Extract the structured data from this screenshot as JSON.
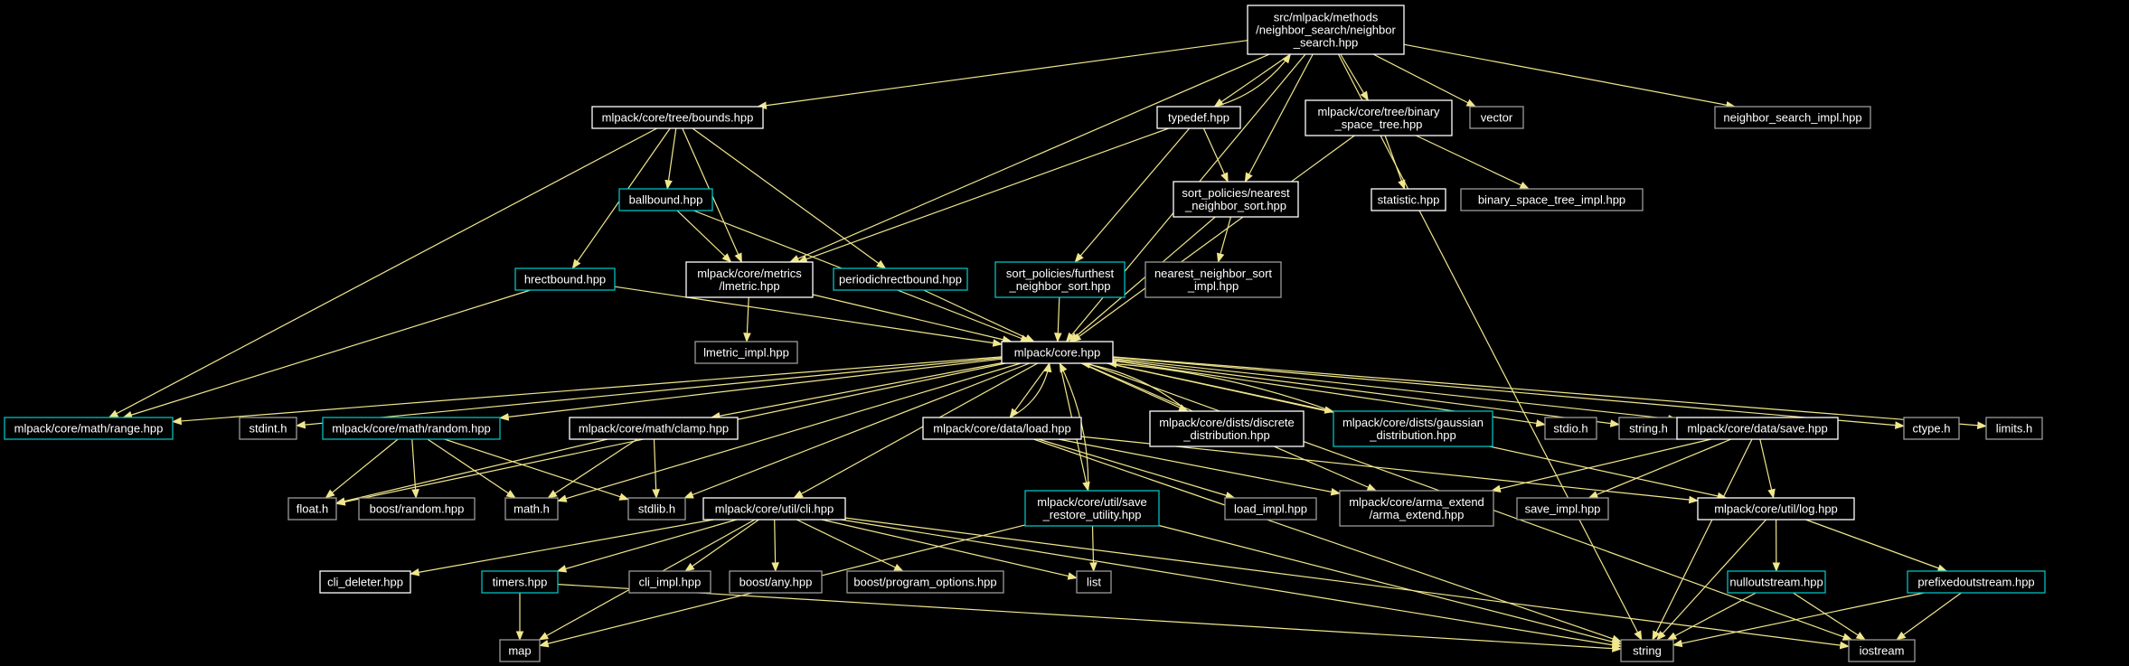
{
  "colors": {
    "background": "#000000",
    "edge": "#f0e68c",
    "text": "#ffffff",
    "root_fill": "#404040",
    "border_documented": "#ffffff",
    "border_undocumented": "#9a9a9a",
    "border_internal": "#00c0c0"
  },
  "nodes": [
    {
      "id": "root",
      "style": "root",
      "lines": [
        "src/mlpack/methods",
        "/neighbor_search/neighbor",
        "_search.hpp"
      ]
    },
    {
      "id": "bounds",
      "style": "documented",
      "lines": [
        "mlpack/core/tree/bounds.hpp"
      ]
    },
    {
      "id": "typedef",
      "style": "documented",
      "lines": [
        "typedef.hpp"
      ]
    },
    {
      "id": "bst",
      "style": "documented",
      "lines": [
        "mlpack/core/tree/binary",
        "_space_tree.hpp"
      ]
    },
    {
      "id": "vector",
      "style": "undocumented",
      "lines": [
        "vector"
      ]
    },
    {
      "id": "nsimpl",
      "style": "undocumented",
      "lines": [
        "neighbor_search_impl.hpp"
      ]
    },
    {
      "id": "ballbound",
      "style": "internal",
      "lines": [
        "ballbound.hpp"
      ]
    },
    {
      "id": "nnsort",
      "style": "documented",
      "lines": [
        "sort_policies/nearest",
        "_neighbor_sort.hpp"
      ]
    },
    {
      "id": "statistic",
      "style": "documented",
      "lines": [
        "statistic.hpp"
      ]
    },
    {
      "id": "bstimpl",
      "style": "undocumented",
      "lines": [
        "binary_space_tree_impl.hpp"
      ]
    },
    {
      "id": "hrect",
      "style": "internal",
      "lines": [
        "hrectbound.hpp"
      ]
    },
    {
      "id": "lmetric",
      "style": "documented",
      "lines": [
        "mlpack/core/metrics",
        "/lmetric.hpp"
      ]
    },
    {
      "id": "periodic",
      "style": "internal",
      "lines": [
        "periodichrectbound.hpp"
      ]
    },
    {
      "id": "furthest",
      "style": "internal",
      "lines": [
        "sort_policies/furthest",
        "_neighbor_sort.hpp"
      ]
    },
    {
      "id": "nnsortimpl",
      "style": "undocumented",
      "lines": [
        "nearest_neighbor_sort",
        "_impl.hpp"
      ]
    },
    {
      "id": "lmetricimpl",
      "style": "undocumented",
      "lines": [
        "lmetric_impl.hpp"
      ]
    },
    {
      "id": "core",
      "style": "documented",
      "lines": [
        "mlpack/core.hpp"
      ]
    },
    {
      "id": "range",
      "style": "internal",
      "lines": [
        "mlpack/core/math/range.hpp"
      ]
    },
    {
      "id": "stdint",
      "style": "undocumented",
      "lines": [
        "stdint.h"
      ]
    },
    {
      "id": "random",
      "style": "internal",
      "lines": [
        "mlpack/core/math/random.hpp"
      ]
    },
    {
      "id": "clamp",
      "style": "documented",
      "lines": [
        "mlpack/core/math/clamp.hpp"
      ]
    },
    {
      "id": "load",
      "style": "documented",
      "lines": [
        "mlpack/core/data/load.hpp"
      ]
    },
    {
      "id": "discrete",
      "style": "documented",
      "lines": [
        "mlpack/core/dists/discrete",
        "_distribution.hpp"
      ]
    },
    {
      "id": "gaussian",
      "style": "internal",
      "lines": [
        "mlpack/core/dists/gaussian",
        "_distribution.hpp"
      ]
    },
    {
      "id": "stdio",
      "style": "undocumented",
      "lines": [
        "stdio.h"
      ]
    },
    {
      "id": "stringh",
      "style": "undocumented",
      "lines": [
        "string.h"
      ]
    },
    {
      "id": "save",
      "style": "documented",
      "lines": [
        "mlpack/core/data/save.hpp"
      ]
    },
    {
      "id": "ctype",
      "style": "undocumented",
      "lines": [
        "ctype.h"
      ]
    },
    {
      "id": "limits",
      "style": "undocumented",
      "lines": [
        "limits.h"
      ]
    },
    {
      "id": "float",
      "style": "undocumented",
      "lines": [
        "float.h"
      ]
    },
    {
      "id": "boostrandom",
      "style": "undocumented",
      "lines": [
        "boost/random.hpp"
      ]
    },
    {
      "id": "math",
      "style": "undocumented",
      "lines": [
        "math.h"
      ]
    },
    {
      "id": "stdlib",
      "style": "undocumented",
      "lines": [
        "stdlib.h"
      ]
    },
    {
      "id": "cli",
      "style": "documented",
      "lines": [
        "mlpack/core/util/cli.hpp"
      ]
    },
    {
      "id": "saverestore",
      "style": "internal",
      "lines": [
        "mlpack/core/util/save",
        "_restore_utility.hpp"
      ]
    },
    {
      "id": "loadimpl",
      "style": "undocumented",
      "lines": [
        "load_impl.hpp"
      ]
    },
    {
      "id": "armaext",
      "style": "undocumented",
      "lines": [
        "mlpack/core/arma_extend",
        "/arma_extend.hpp"
      ]
    },
    {
      "id": "saveimpl",
      "style": "undocumented",
      "lines": [
        "save_impl.hpp"
      ]
    },
    {
      "id": "log",
      "style": "documented",
      "lines": [
        "mlpack/core/util/log.hpp"
      ]
    },
    {
      "id": "clideleter",
      "style": "documented",
      "lines": [
        "cli_deleter.hpp"
      ]
    },
    {
      "id": "timers",
      "style": "internal",
      "lines": [
        "timers.hpp"
      ]
    },
    {
      "id": "cliimpl",
      "style": "undocumented",
      "lines": [
        "cli_impl.hpp"
      ]
    },
    {
      "id": "boostany",
      "style": "undocumented",
      "lines": [
        "boost/any.hpp"
      ]
    },
    {
      "id": "boostpo",
      "style": "undocumented",
      "lines": [
        "boost/program_options.hpp"
      ]
    },
    {
      "id": "list",
      "style": "undocumented",
      "lines": [
        "list"
      ]
    },
    {
      "id": "nullout",
      "style": "internal",
      "lines": [
        "nulloutstream.hpp"
      ]
    },
    {
      "id": "prefixed",
      "style": "internal",
      "lines": [
        "prefixedoutstream.hpp"
      ]
    },
    {
      "id": "map",
      "style": "undocumented",
      "lines": [
        "map"
      ]
    },
    {
      "id": "string",
      "style": "undocumented",
      "lines": [
        "string"
      ]
    },
    {
      "id": "iostream",
      "style": "undocumented",
      "lines": [
        "iostream"
      ]
    }
  ],
  "edges": [
    [
      "root",
      "bounds"
    ],
    [
      "root",
      "typedef"
    ],
    [
      "root",
      "bst"
    ],
    [
      "root",
      "vector"
    ],
    [
      "root",
      "nsimpl"
    ],
    [
      "root",
      "lmetric"
    ],
    [
      "root",
      "nnsort"
    ],
    [
      "root",
      "core"
    ],
    [
      "root",
      "string"
    ],
    [
      "typedef",
      "root"
    ],
    [
      "typedef",
      "nnsort"
    ],
    [
      "typedef",
      "furthest"
    ],
    [
      "typedef",
      "lmetric"
    ],
    [
      "bounds",
      "ballbound"
    ],
    [
      "bounds",
      "hrect"
    ],
    [
      "bounds",
      "lmetric"
    ],
    [
      "bounds",
      "periodic"
    ],
    [
      "bounds",
      "range"
    ],
    [
      "ballbound",
      "lmetric"
    ],
    [
      "ballbound",
      "core"
    ],
    [
      "hrect",
      "range"
    ],
    [
      "hrect",
      "core"
    ],
    [
      "lmetric",
      "lmetricimpl"
    ],
    [
      "lmetric",
      "core"
    ],
    [
      "periodic",
      "core"
    ],
    [
      "furthest",
      "core"
    ],
    [
      "nnsort",
      "nnsortimpl"
    ],
    [
      "nnsort",
      "core"
    ],
    [
      "bst",
      "statistic"
    ],
    [
      "bst",
      "bstimpl"
    ],
    [
      "bst",
      "core"
    ],
    [
      "core",
      "range"
    ],
    [
      "core",
      "stdint"
    ],
    [
      "core",
      "random"
    ],
    [
      "core",
      "clamp"
    ],
    [
      "core",
      "load"
    ],
    [
      "core",
      "discrete"
    ],
    [
      "core",
      "gaussian"
    ],
    [
      "core",
      "stdio"
    ],
    [
      "core",
      "stringh"
    ],
    [
      "core",
      "save"
    ],
    [
      "core",
      "ctype"
    ],
    [
      "core",
      "limits"
    ],
    [
      "core",
      "float"
    ],
    [
      "core",
      "math"
    ],
    [
      "core",
      "stdlib"
    ],
    [
      "core",
      "cli"
    ],
    [
      "core",
      "saverestore"
    ],
    [
      "core",
      "armaext"
    ],
    [
      "core",
      "log"
    ],
    [
      "core",
      "iostream"
    ],
    [
      "discrete",
      "core"
    ],
    [
      "gaussian",
      "core"
    ],
    [
      "load",
      "core"
    ],
    [
      "saverestore",
      "core"
    ],
    [
      "random",
      "float"
    ],
    [
      "random",
      "boostrandom"
    ],
    [
      "random",
      "math"
    ],
    [
      "random",
      "stdlib"
    ],
    [
      "clamp",
      "float"
    ],
    [
      "clamp",
      "math"
    ],
    [
      "clamp",
      "stdlib"
    ],
    [
      "load",
      "loadimpl"
    ],
    [
      "load",
      "armaext"
    ],
    [
      "load",
      "log"
    ],
    [
      "load",
      "string"
    ],
    [
      "save",
      "saveimpl"
    ],
    [
      "save",
      "armaext"
    ],
    [
      "save",
      "log"
    ],
    [
      "save",
      "string"
    ],
    [
      "cli",
      "clideleter"
    ],
    [
      "cli",
      "timers"
    ],
    [
      "cli",
      "cliimpl"
    ],
    [
      "cli",
      "boostany"
    ],
    [
      "cli",
      "boostpo"
    ],
    [
      "cli",
      "list"
    ],
    [
      "cli",
      "map"
    ],
    [
      "cli",
      "string"
    ],
    [
      "cli",
      "iostream"
    ],
    [
      "saverestore",
      "list"
    ],
    [
      "saverestore",
      "map"
    ],
    [
      "saverestore",
      "string"
    ],
    [
      "timers",
      "map"
    ],
    [
      "timers",
      "string"
    ],
    [
      "log",
      "nullout"
    ],
    [
      "log",
      "prefixed"
    ],
    [
      "log",
      "string"
    ],
    [
      "nullout",
      "string"
    ],
    [
      "nullout",
      "iostream"
    ],
    [
      "prefixed",
      "string"
    ],
    [
      "prefixed",
      "iostream"
    ]
  ]
}
